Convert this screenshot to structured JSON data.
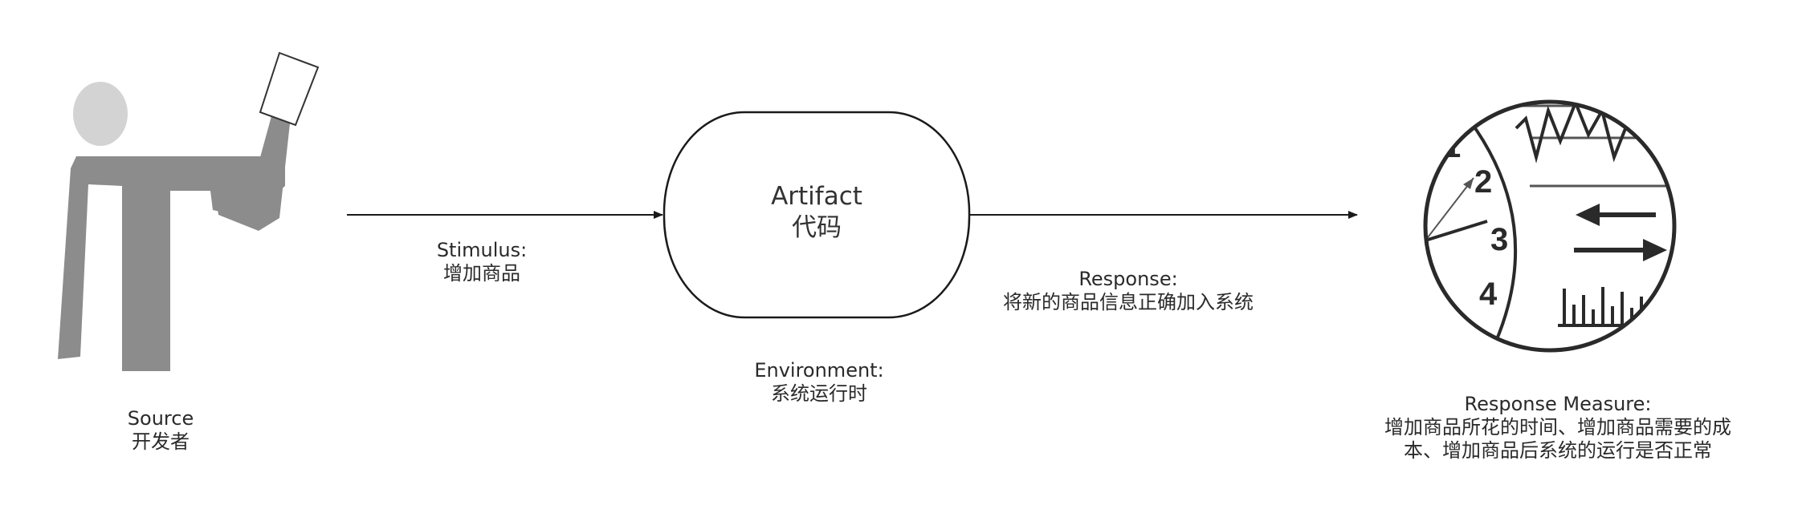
{
  "source": {
    "label": "Source",
    "value": "开发者"
  },
  "stimulus": {
    "label": "Stimulus:",
    "value": "增加商品"
  },
  "artifact": {
    "label": "Artifact",
    "value": "代码"
  },
  "environment": {
    "label": "Environment:",
    "value": "系统运行时"
  },
  "response": {
    "label": "Response:",
    "value": "将新的商品信息正确加入系统"
  },
  "response_measure": {
    "label": "Response Measure:",
    "line1": "增加商品所花的时间、增加商品需要的成",
    "line2": "本、增加商品后系统的运行是否正常"
  },
  "gauge": {
    "numbers": [
      "1",
      "2",
      "3",
      "4"
    ]
  },
  "colors": {
    "figure": "#8c8c8c",
    "head": "#d3d3d3",
    "line": "#1a1a1a",
    "text": "#2a2a2a"
  },
  "icons": [
    "person-holding-paper-icon",
    "measurement-gauge-icon"
  ]
}
